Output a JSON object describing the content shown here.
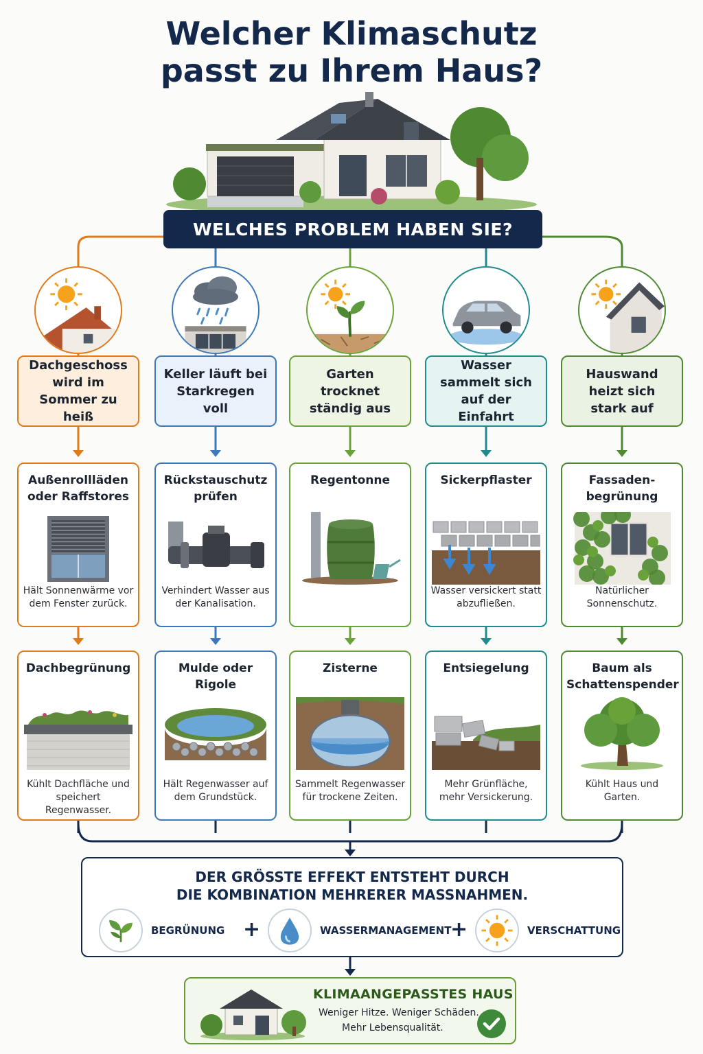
{
  "title": {
    "line1": "Welcher Klimaschutz",
    "line2": "passt zu Ihrem Haus?"
  },
  "question": "WELCHES PROBLEM HABEN SIE?",
  "colors": {
    "navy": "#13284a",
    "orange": "#e07b1a",
    "blue": "#3d78b8",
    "green": "#6aa23a",
    "teal": "#1f8b8f",
    "olive": "#4f8a32"
  },
  "columns": [
    {
      "id": "hot-attic",
      "icon": "sun-house-roof-icon",
      "problem": "Dachgeschoss wird im Sommer zu heiß",
      "measures": [
        {
          "title": "Außenrollläden oder Raffstores",
          "image": "roller-shutter-icon",
          "desc": "Hält Sonnenwärme vor dem Fenster zurück."
        },
        {
          "title": "Dachbegrünung",
          "image": "green-roof-icon",
          "desc": "Kühlt Dachfläche und speichert Regenwasser."
        }
      ]
    },
    {
      "id": "flooded-basement",
      "icon": "rain-cloud-basement-icon",
      "problem": "Keller läuft bei Starkregen voll",
      "measures": [
        {
          "title": "Rückstauschutz prüfen",
          "image": "backflow-valve-icon",
          "desc": "Verhindert Wasser aus der Kanalisation."
        },
        {
          "title": "Mulde oder Rigole",
          "image": "swale-icon",
          "desc": "Hält Regenwasser auf dem Grundstück."
        }
      ]
    },
    {
      "id": "dry-garden",
      "icon": "sun-seedling-icon",
      "problem": "Garten trocknet ständig aus",
      "measures": [
        {
          "title": "Regentonne",
          "image": "rain-barrel-icon",
          "desc": ""
        },
        {
          "title": "Zisterne",
          "image": "cistern-icon",
          "desc": "Sammelt Regenwasser für trockene Zeiten."
        }
      ]
    },
    {
      "id": "driveway-water",
      "icon": "car-puddle-icon",
      "problem": "Wasser sammelt sich auf der Einfahrt",
      "measures": [
        {
          "title": "Sickerpflaster",
          "image": "permeable-paving-icon",
          "desc": "Wasser versickert statt abzufließen."
        },
        {
          "title": "Entsiegelung",
          "image": "unsealing-icon",
          "desc": "Mehr Grünfläche, mehr Versickerung."
        }
      ]
    },
    {
      "id": "hot-wall",
      "icon": "sun-house-wall-icon",
      "problem": "Hauswand heizt sich stark auf",
      "measures": [
        {
          "title": "Fassaden-begrünung",
          "image": "facade-greening-icon",
          "desc": "Natürlicher Sonnenschutz."
        },
        {
          "title": "Baum als Schattenspender",
          "image": "shade-tree-icon",
          "desc": "Kühlt Haus und Garten."
        }
      ]
    }
  ],
  "effect": {
    "line1": "DER GRÖSSTE EFFEKT ENTSTEHT DURCH",
    "line2": "DIE KOMBINATION MEHRERER MASSNAHMEN.",
    "items": [
      {
        "label": "BEGRÜNUNG",
        "icon": "leaf-icon"
      },
      {
        "label": "WASSERMANAGEMENT",
        "icon": "water-drop-icon"
      },
      {
        "label": "VERSCHATTUNG",
        "icon": "sun-icon"
      }
    ]
  },
  "result": {
    "title": "KLIMAANGEPASSTES HAUS",
    "line1": "Weniger Hitze. Weniger Schäden.",
    "line2": "Mehr Lebensqualität."
  }
}
